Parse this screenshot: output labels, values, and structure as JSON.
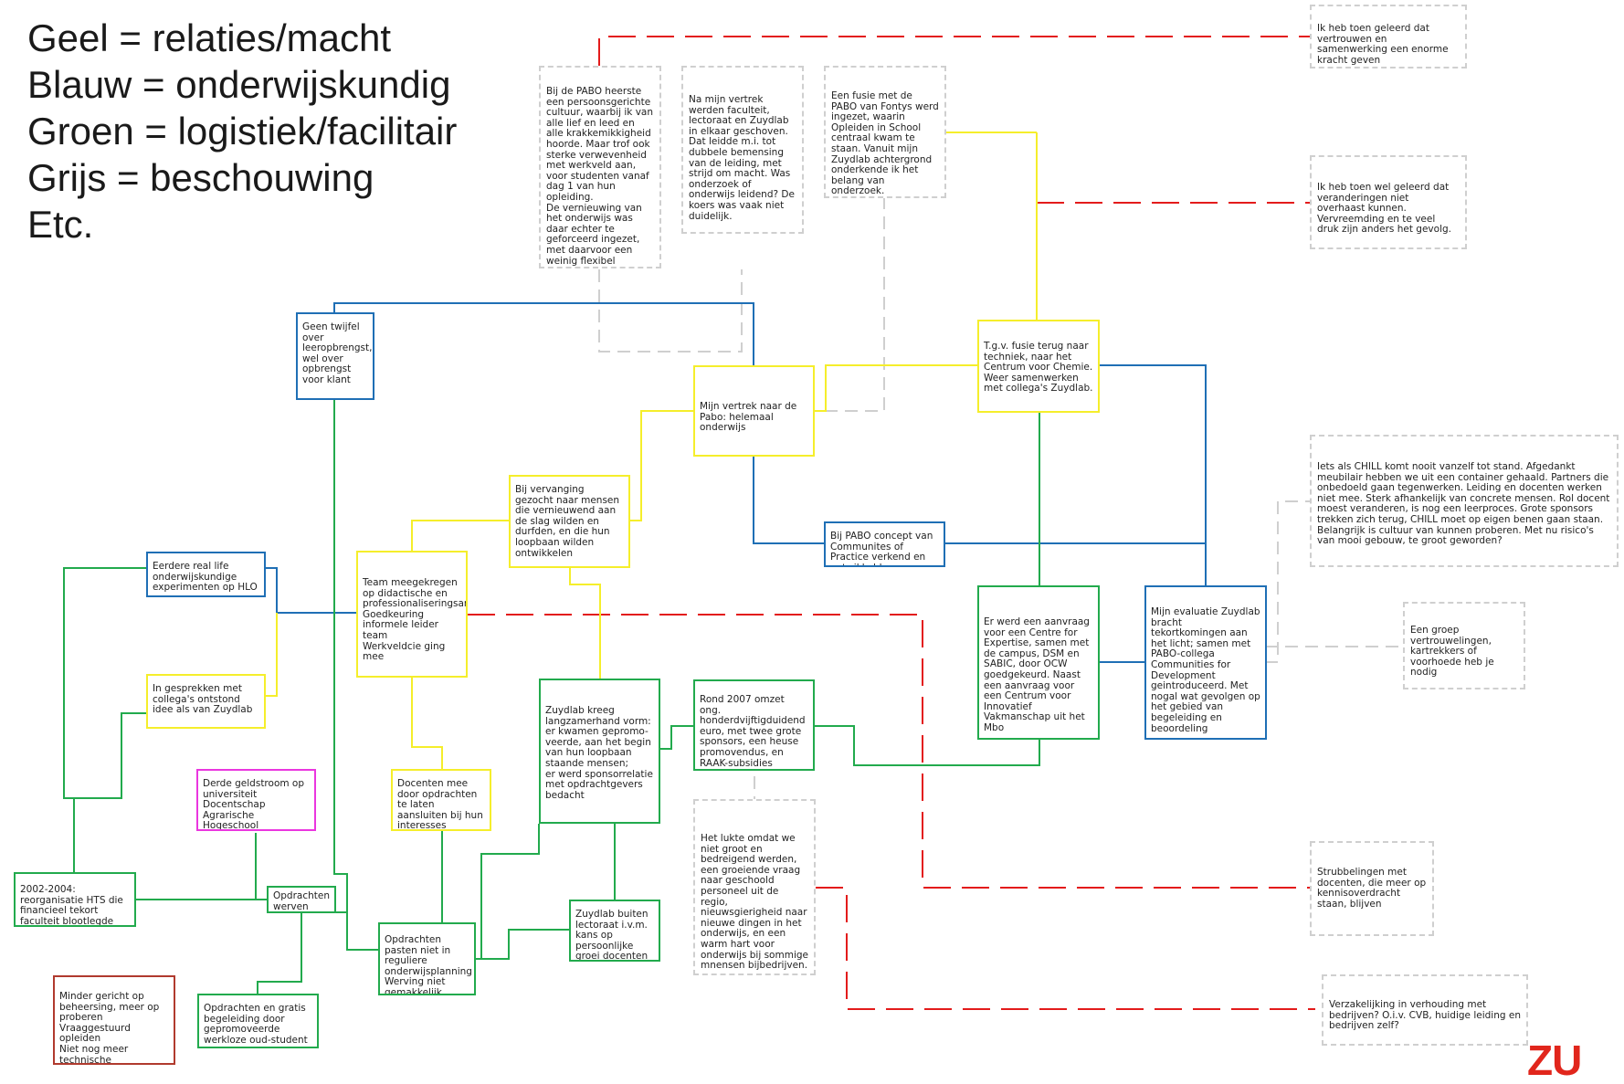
{
  "legend": {
    "line1": "Geel = relaties/macht",
    "line2": "Blauw = onderwijskundig",
    "line3": "Groen = logistiek/facilitair",
    "line4": "Grijs = beschouwing",
    "line5": "Etc."
  },
  "colors": {
    "yellow": "#f5ee2b",
    "blue": "#1f6fb5",
    "green": "#22aa4d",
    "magenta": "#ea36df",
    "darkred": "#b03a2e",
    "red_dashed": "#e31b1b",
    "grey_dashed": "#cfcfcf"
  },
  "nodes": {
    "geen_twijfel": "Geen twijfel over leeropbrengst, wel over opbrengst voor klant",
    "vertrek_pabo": "Mijn vertrek naar de Pabo: helemaal onderwijs",
    "fusie_terug": "T.g.v. fusie terug naar techniek, naar het Centrum voor Chemie. Weer samenwerken met collega's Zuydlab.",
    "vervanging": "Bij vervanging gezocht naar mensen die vernieuwend aan de slag wilden en durfden, en die hun loopbaan wilden ontwikkelen",
    "pabo_concept": "Bij PABO concept van Communites of Practice verkend en ontwikkeld",
    "eerdere": "Eerdere real life onderwijskundige experimenten op HLO",
    "team": "Team meegekregen op didactische en professionaliseringsargumenten\nGoedkeuring informele leider team\nWerkveldcie ging mee",
    "gesprekken": "In gesprekken met collega's ontstond idee als van Zuydlab",
    "derde": "Derde geldstroom op universiteit\nDocentschap Agrarische Hogeschool",
    "docenten_mee": "Docenten mee door opdrachten te laten aansluiten bij hun interesses",
    "zuydlab_kreeg": "Zuydlab kreeg langzamerhand vorm: er kwamen gepromo-veerde, aan het begin van hun loopbaan staande mensen;\ner werd sponsorrelatie met opdrachtgevers bedacht",
    "rond2007": "Rond 2007 omzet ong. honderdvijftigduidend euro, met twee grote sponsors, een heuse promovendus, en RAAK-subsidies",
    "aanvraag": "Er werd een aanvraag voor een Centre for Expertise, samen met de campus, DSM en SABIC, door OCW goedgekeurd. Naast een aanvraag voor een Centrum voor Innovatief Vakmanschap uit het Mbo",
    "evaluatie": "Mijn evaluatie Zuydlab bracht tekortkomingen aan het licht; samen met PABO-collega Communities for Development geintroduceerd. Met nogal wat gevolgen op het gebied van begeleiding en beoordeling",
    "reorganisatie": "2002-2004: reorganisatie HTS die financieel tekort faculteit blootlegde",
    "opdrachten_werven": "Opdrachten werven",
    "opdrachten_pasten": "Opdrachten pasten niet in reguliere onderwijsplanning\nWerving niet gemakkelijk",
    "buiten_lectoraat": "Zuydlab buiten lectoraat i.v.m. kans op persoonlijke groei docenten",
    "minder": "Minder gericht op beheersing, meer op proberen\nVraaggestuurd opleiden\nNiet nog meer technische opleidingen opheffen",
    "gratis": "Opdrachten en gratis begeleiding door gepromoveerde werkloze oud-student"
  },
  "notes": {
    "pabo_cultuur": "Bij de PABO heerste een persoonsgerichte cultuur, waarbij ik van alle lief en leed en alle krakkemikkigheid hoorde. Maar trof ook sterke verwevenheid met werkveld aan, voor studenten vanaf dag 1 van hun opleiding.\nDe vernieuwing van het onderwijs was daar echter te geforceerd ingezet, met daarvoor een weinig flexibel curriculum.",
    "na_vertrek": "Na mijn vertrek werden faculteit, lectoraat en Zuydlab in elkaar geschoven. Dat leidde m.i. tot dubbele bemensing van de leiding, met strijd om macht. Was onderzoek of onderwijs leidend? De koers was vaak niet duidelijk.",
    "fusie_pabo": "Een fusie met de PABO van Fontys werd ingezet, waarin Opleiden in School centraal kwam te staan. Vanuit mijn Zuydlab achtergrond onderkende ik het belang van onderzoek.",
    "vertrouwen": "Ik heb toen geleerd dat vertrouwen en samenwerking een enorme kracht geven",
    "veranderingen": "Ik heb toen wel geleerd dat veranderingen niet overhaast kunnen. Vervreemding en te veel druk zijn anders het gevolg.",
    "chill": "Iets als CHILL komt nooit vanzelf tot stand. Afgedankt meubilair hebben we uit een container gehaald. Partners die onbedoeld gaan tegenwerken. Leiding en docenten werken niet mee. Sterk afhankelijk van concrete mensen. Rol docent moest veranderen, is nog een leerproces. Grote sponsors trekken zich terug, CHILL moet op eigen benen gaan staan.\nBelangrijk is cultuur van kunnen proberen. Met nu risico's van mooi gebouw, te groot geworden?",
    "groep": "Een groep vertrouwelingen, kartrekkers of voorhoede heb je nodig",
    "lukte": "Het lukte omdat we niet groot en bedreigend werden, een groeiende vraag naar geschoold personeel uit de regio, nieuwsgierigheid naar nieuwe dingen in het onderwijs, en een warm hart voor onderwijs bij sommige mnensen bijbedrijven.",
    "strubbelingen": "Strubbelingen met docenten, die meer op kennisoverdracht staan, blijven",
    "verzakelijking": "Verzakelijking in verhouding met bedrijven? O.i.v. CVB, huidige leiding en bedrijven zelf?"
  },
  "logo": "ZU"
}
